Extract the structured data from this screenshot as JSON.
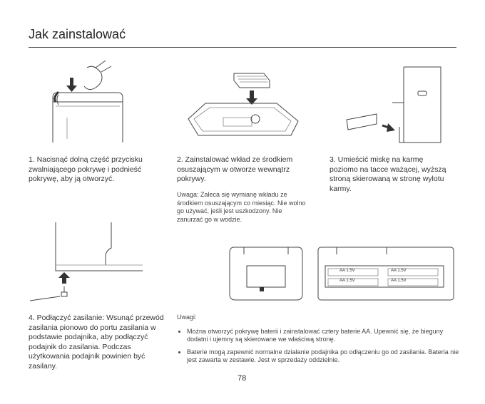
{
  "header": {
    "title": "Jak zainstalować"
  },
  "steps": [
    {
      "text": "1. Nacisnąć dolną część przycisku zwalniającego pokrywę i podnieść pokrywę, aby ją otworzyć."
    },
    {
      "text": "2. Zainstalować wkład ze środkiem osuszającym w otworze wewnątrz pokrywy."
    },
    {
      "text": "3. Umieścić miskę na karmę poziomo na tacce ważącej, wyższą stroną skierowaną w stronę wylotu karmy."
    },
    {
      "text": "4. Podłączyć zasilanie: Wsunąć przewód zasilania pionowo do portu zasilania w podstawie podajnika, aby podłączyć podajnik do zasilania. Podczas użytkowania podajnik powinien być zasilany."
    }
  ],
  "step2_note": "Uwaga: Zaleca się wymianę wkładu ze środkiem osuszającym co miesiąc. Nie wolno go używać, jeśli jest uszkodzony. Nie zanurzać go w wodzie.",
  "notes": {
    "heading": "Uwagi:",
    "items": [
      "Można otworzyć pokrywę baterii i zainstalować cztery baterie AA. Upewnić się, że bieguny dodatni i ujemny są skierowane we właściwą stronę.",
      "Baterie mogą zapewnić normalne działanie podajnika po odłączeniu go od zasilania. Bateria nie jest zawarta w zestawie. Jest w sprzedaży oddzielnie."
    ]
  },
  "battery_labels": [
    "AA 1.5V",
    "AA 1.5V",
    "AA 1.5V",
    "AA 1.5V"
  ],
  "page_number": "78"
}
